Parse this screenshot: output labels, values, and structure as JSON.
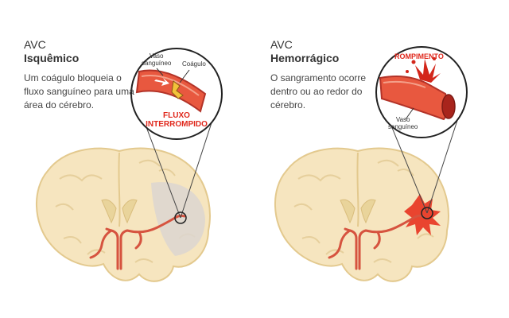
{
  "ischemic": {
    "title_line1": "AVC",
    "title_line2": "Isquêmico",
    "description": "Um coágulo bloqueia o fluxo sanguíneo para uma área do cérebro.",
    "callout": {
      "vessel_label_line1": "Vaso",
      "vessel_label_line2": "sanguíneo",
      "clot_label": "Coágulo",
      "flow_label_line1": "FLUXO",
      "flow_label_line2": "INTERROMPIDO"
    }
  },
  "hemorrhagic": {
    "title_line1": "AVC",
    "title_line2": "Hemorrágico",
    "description": "O sangramento ocorre dentro ou ao redor do cérebro.",
    "callout": {
      "rupture_label": "ROMPIMENTO",
      "vessel_label_line1": "Vaso",
      "vessel_label_line2": "sanguíneo"
    }
  },
  "colors": {
    "brain_fill": "#f6e5bf",
    "brain_stroke": "#e3c98e",
    "artery": "#d6533f",
    "vessel_wall": "#c4332a",
    "blood": "#e04a33",
    "label_red": "#e0281c",
    "callout_circle": "#222222",
    "shade": "#dcd6d0"
  }
}
